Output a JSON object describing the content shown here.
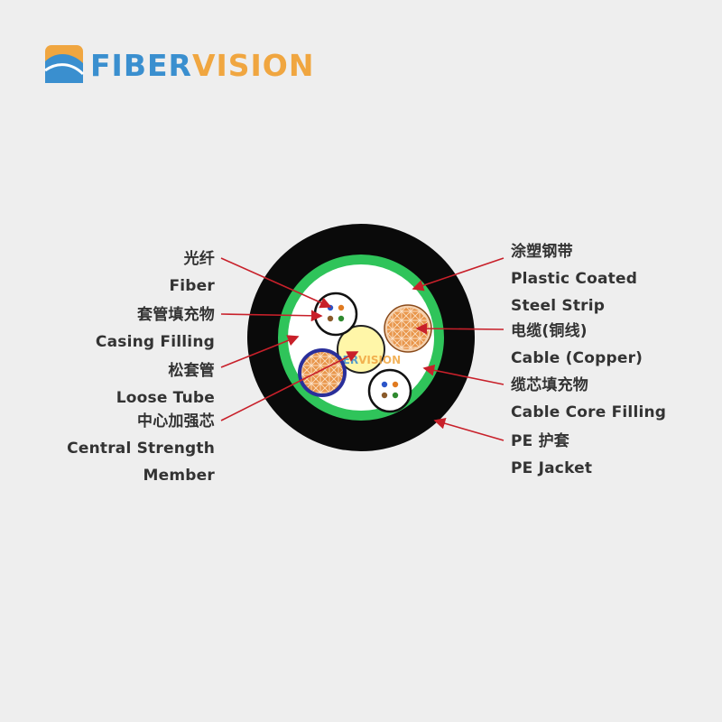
{
  "brand": {
    "name_part1": "FIBER",
    "name_part2": "VISION",
    "watermark_part1": "FIBER",
    "watermark_part2": "VISION",
    "colors": {
      "blue": "#3a8fcf",
      "orange": "#f0a640"
    }
  },
  "labels": {
    "left": {
      "fiber_cn": "光纤",
      "fiber_en": "Fiber",
      "casing_filling_cn": "套管填充物",
      "casing_filling_en": "Casing Filling",
      "loose_tube_cn": "松套管",
      "loose_tube_en": "Loose Tube",
      "central_strength_cn": "中心加强芯",
      "central_strength_en_1": "Central Strength",
      "central_strength_en_2": "Member"
    },
    "right": {
      "steel_strip_cn": "涂塑钢带",
      "steel_strip_en_1": "Plastic Coated",
      "steel_strip_en_2": "Steel Strip",
      "copper_cn": "电缆(铜线)",
      "copper_en": "Cable (Copper)",
      "core_filling_cn": "缆芯填充物",
      "core_filling_en": "Cable Core Filling",
      "jacket_cn": "PE 护套",
      "jacket_en": "PE Jacket"
    }
  },
  "colors": {
    "background": "#eeeeee",
    "jacket": "#0a0a0a",
    "steel_strip": "#2fc45a",
    "core_filling": "#ffffff",
    "central_member": "#fff6a8",
    "copper": "#e8954a",
    "loose_tube_blue": "#2a2f9a",
    "leader_line": "#c8202a",
    "fiber_colors": [
      "#2b55c8",
      "#e07a20",
      "#2f8a2f",
      "#8a5a2a"
    ]
  }
}
